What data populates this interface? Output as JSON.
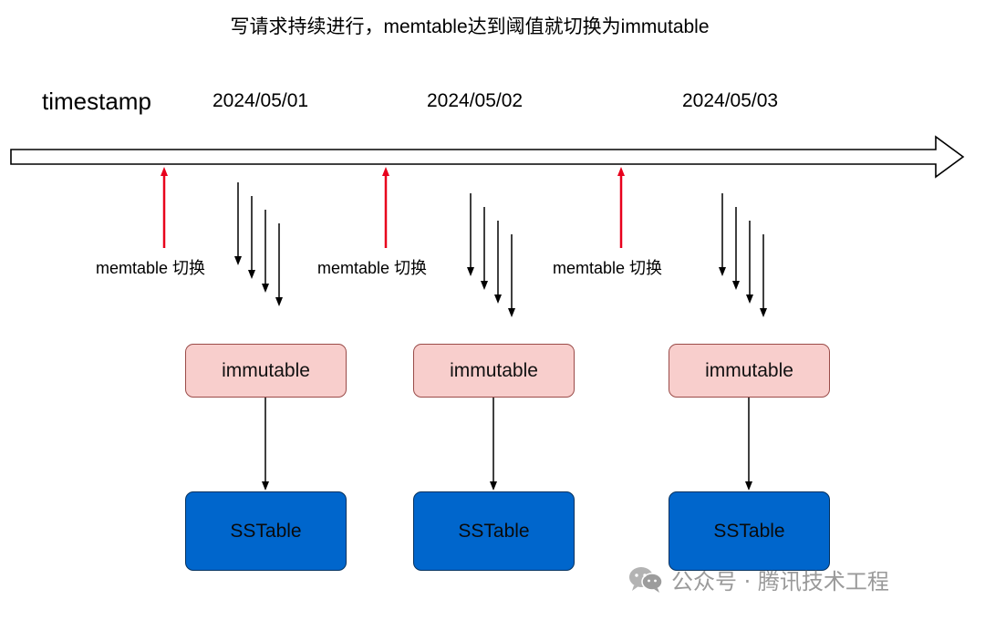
{
  "diagram": {
    "title": "写请求持续进行，memtable达到阈值就切换为immutable",
    "axis_label": "timestamp",
    "dates": [
      "2024/05/01",
      "2024/05/02",
      "2024/05/03"
    ],
    "switch_label": "memtable 切换",
    "stages": [
      {
        "immutable": "immutable",
        "sstable": "SSTable"
      },
      {
        "immutable": "immutable",
        "sstable": "SSTable"
      },
      {
        "immutable": "immutable",
        "sstable": "SSTable"
      }
    ],
    "colors": {
      "switch_arrow": "#e8001c",
      "immutable_fill": "#f8cecc",
      "sstable_fill": "#0066cc"
    }
  },
  "watermark": {
    "text": "公众号 · 腾讯技术工程",
    "icon": "wechat-icon"
  }
}
